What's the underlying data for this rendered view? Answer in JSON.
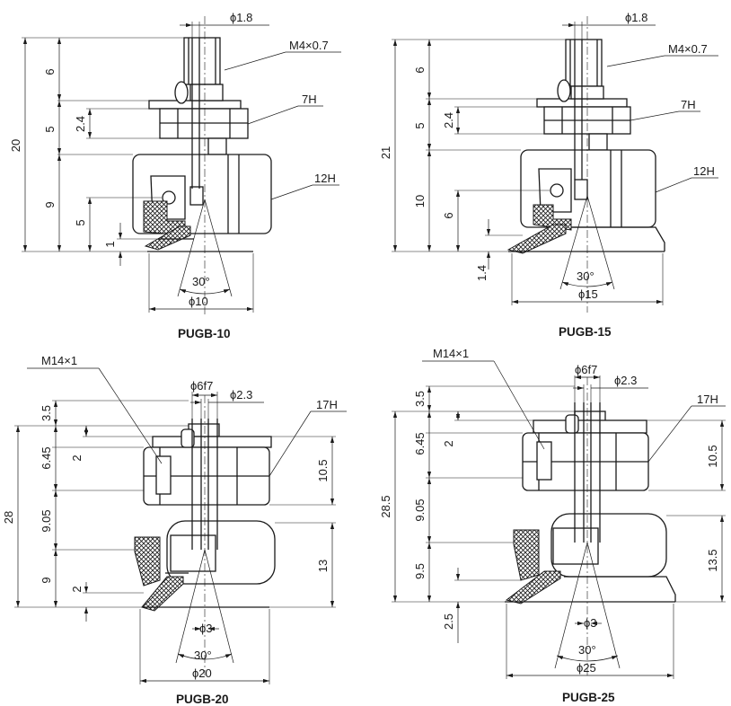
{
  "pugb10": {
    "title": "PUGB-10",
    "d_top": "ϕ1.8",
    "thread": "M4×0.7",
    "hex": "7H",
    "body_hex": "12H",
    "h_total": "20",
    "h1": "6",
    "h2": "5",
    "h3": "2.4",
    "h4": "9",
    "h5": "5",
    "h6": "1",
    "angle": "30°",
    "dia": "ϕ10"
  },
  "pugb15": {
    "title": "PUGB-15",
    "d_top": "ϕ1.8",
    "thread": "M4×0.7",
    "hex": "7H",
    "body_hex": "12H",
    "h_total": "21",
    "h1": "6",
    "h2": "5",
    "h3": "2.4",
    "h4": "10",
    "h5": "6",
    "h6": "1.4",
    "angle": "30°",
    "dia": "ϕ15"
  },
  "pugb20": {
    "title": "PUGB-20",
    "thread": "M14×1",
    "d_shaft": "ϕ6f7",
    "d_hole": "ϕ2.3",
    "hex": "17H",
    "h_total": "28",
    "h1": "3.5",
    "h2": "2",
    "h3": "6.45",
    "h4": "9.05",
    "h5": "9",
    "h6": "2",
    "r1": "10.5",
    "r2": "13",
    "d_small": "ϕ3",
    "angle": "30°",
    "dia": "ϕ20"
  },
  "pugb25": {
    "title": "PUGB-25",
    "thread": "M14×1",
    "d_shaft": "ϕ6f7",
    "d_hole": "ϕ2.3",
    "hex": "17H",
    "h_total": "28.5",
    "h1": "3.5",
    "h2": "2",
    "h3": "6.45",
    "h4": "9.05",
    "h5": "9.5",
    "h6": "2.5",
    "r1": "10.5",
    "r2": "13.5",
    "d_small": "ϕ3",
    "angle": "30°",
    "dia": "ϕ25"
  }
}
